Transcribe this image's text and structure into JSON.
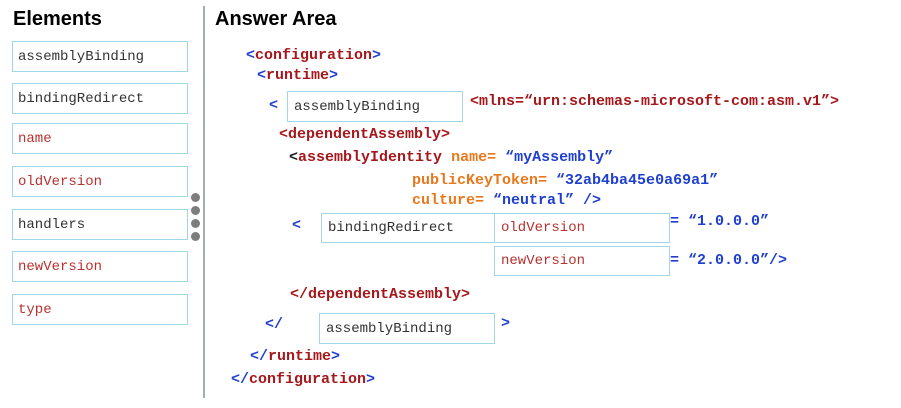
{
  "elements_panel": {
    "title": "Elements",
    "items": [
      {
        "label": "assemblyBinding"
      },
      {
        "label": "bindingRedirect"
      },
      {
        "label": "name"
      },
      {
        "label": "oldVersion"
      },
      {
        "label": "handlers"
      },
      {
        "label": "newVersion"
      },
      {
        "label": "type"
      }
    ]
  },
  "answer_area": {
    "title": "Answer Area",
    "code": {
      "configuration_open": "<configuration>",
      "runtime_open": "<runtime>",
      "lt": "<",
      "xmlns_text": "<mlns=“urn:schemas-microsoft-com:asm.v1”>",
      "dependent_open": "<dependentAssembly>",
      "identity_lt": "<",
      "identity_tag": "assemblyIdentity",
      "name_attr": "name=",
      "name_value": "“myAssembly”",
      "token_attr": "publicKeyToken=",
      "token_value": "“32ab4ba45e0a69a1”",
      "culture_attr": "culture=",
      "culture_value": "“neutral” />",
      "redirect_lt": "<",
      "old_value": "= “1.0.0.0”",
      "new_value": "= “2.0.0.0”/>",
      "dependent_close": "</dependentAssembly>",
      "close_lt": "</",
      "close_gt": ">",
      "runtime_close": "</runtime>",
      "configuration_close": "</configuration>"
    },
    "targets": {
      "binding_open": "assemblyBinding",
      "redirect": "bindingRedirect",
      "old_version": "oldVersion",
      "new_version": "newVersion",
      "binding_close": "assemblyBinding"
    }
  }
}
